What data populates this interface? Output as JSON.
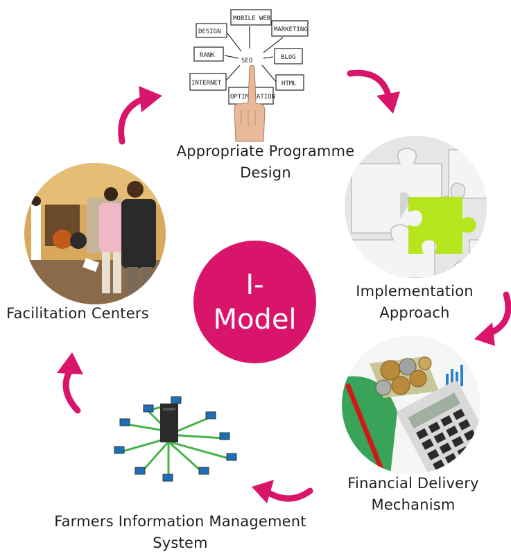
{
  "center": {
    "line1": "I-",
    "line2": "Model"
  },
  "stages": [
    {
      "label_line1": "Appropriate Programme",
      "label_line2": "Design",
      "image": "seo-sketch-hand"
    },
    {
      "label_line1": "Implementation",
      "label_line2": "Approach",
      "image": "puzzle-pieces"
    },
    {
      "label_line1": "Financial Delivery",
      "label_line2": "Mechanism",
      "image": "coins-calculator"
    },
    {
      "label_line1": "Farmers Information Management",
      "label_line2": "System",
      "image": "computer-network"
    },
    {
      "label_line1": "Facilitation Centers",
      "label_line2": "",
      "image": "people-warehouse"
    }
  ],
  "seo_words": [
    "MOBILE WEB",
    "DESIGN",
    "MARKETING",
    "RANK",
    "SEO",
    "BLOG",
    "INTERNET",
    "HTML",
    "OPTIMIZATION"
  ],
  "colors": {
    "accent": "#d9146b",
    "text": "#1f1f1f",
    "puzzle_green": "#b5e61d"
  }
}
